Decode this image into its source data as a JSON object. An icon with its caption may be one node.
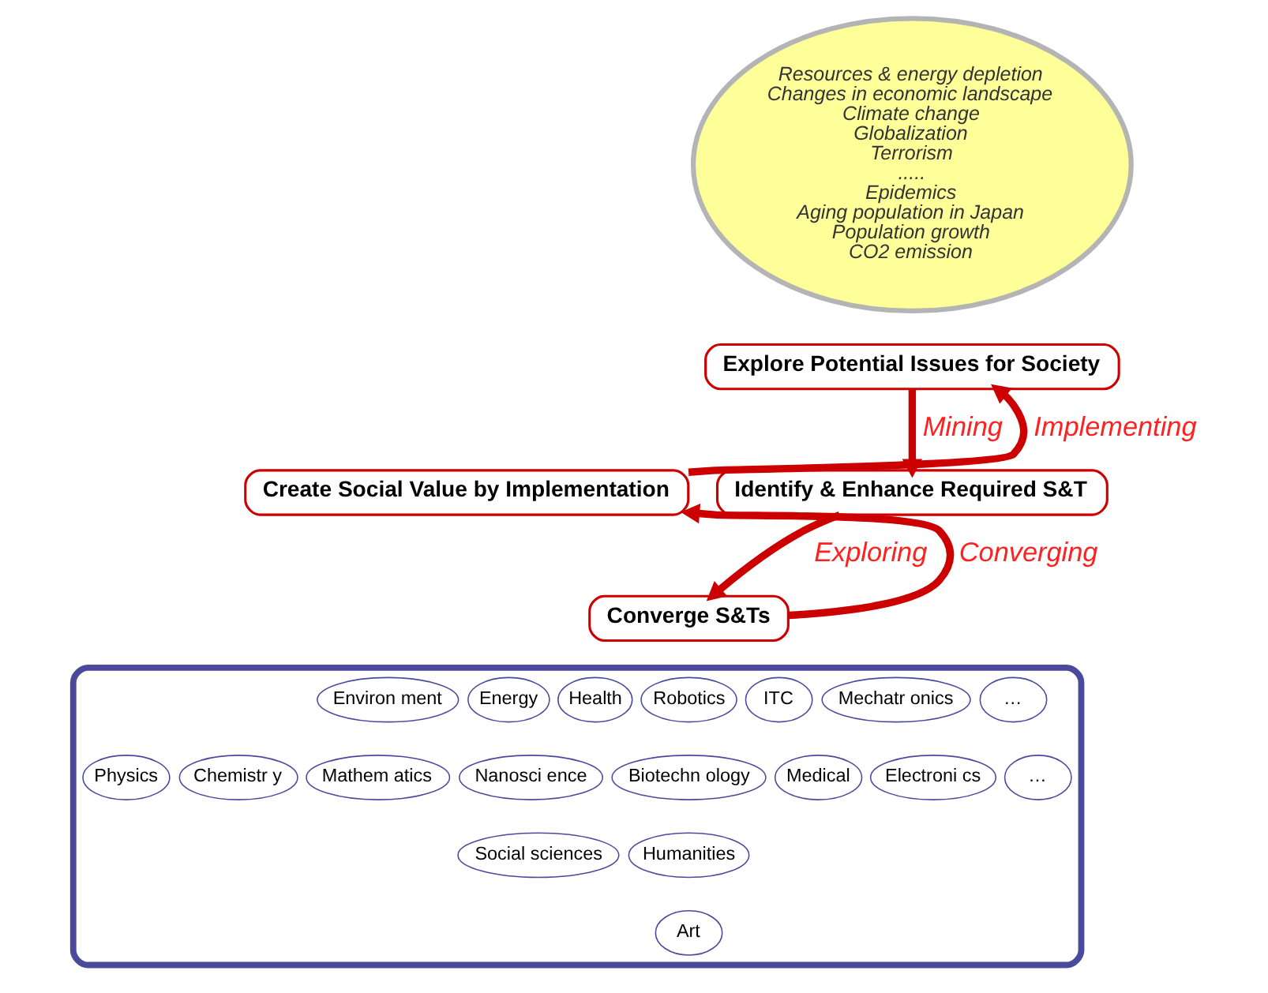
{
  "diagram": {
    "nodes": [
      {
        "text": [
          "Resources & energy depletion",
          "Changes in economic landscape",
          "Climate change",
          "Globalization",
          "Terrorism",
          ".....",
          "Epidemics",
          "Aging population in Japan",
          "Population growth",
          "CO2 emission"
        ]
      },
      {
        "text": [
          "Explore Potential Issues for Society"
        ]
      },
      {
        "text": [
          "Identify & Enhance Required S&T"
        ]
      },
      {
        "text": [
          "Converge S&Ts"
        ]
      },
      {
        "text": [
          "Create Social Value by Implementation"
        ]
      },
      {
        "text": [],
        "shape": "ellipse"
      },
      {
        "text": [
          "Environ ment"
        ],
        "in": 5
      },
      {
        "text": [
          "Energy"
        ],
        "in": 5
      },
      {
        "text": [
          "Health"
        ],
        "in": 5
      },
      {
        "text": [
          "Robotics"
        ],
        "in": 5
      },
      {
        "text": [
          "ITC"
        ],
        "in": 5
      },
      {
        "text": [
          "Mechatr onics"
        ],
        "in": 5
      },
      {
        "text": [
          "…"
        ],
        "in": 5
      },
      {
        "text": [
          "Physics"
        ],
        "in": 5
      },
      {
        "text": [
          "Chemistr y"
        ],
        "in": 5
      },
      {
        "text": [
          "Mathem atics"
        ],
        "in": 5
      },
      {
        "text": [
          "Nanosci ence"
        ],
        "in": 5
      },
      {
        "text": [
          "Biotechn ology"
        ],
        "in": 5
      },
      {
        "text": [
          "Medical"
        ],
        "in": 5
      },
      {
        "text": [
          "Electroni cs"
        ],
        "in": 5
      },
      {
        "text": [
          "…"
        ],
        "in": 5
      },
      {
        "text": [
          "Social sciences"
        ],
        "in": 5
      },
      {
        "text": [
          "Humanities"
        ],
        "in": 5
      },
      {
        "text": [
          "Art"
        ],
        "in": 5
      }
    ],
    "edges": [
      {
        "from": 1,
        "to": 2,
        "arrow": "to",
        "label": "Mining"
      },
      {
        "from": 2,
        "to": 3,
        "arrow": "to",
        "label": "Exploring"
      },
      {
        "from": 3,
        "to": 4,
        "arrow": "to",
        "label": "Converging"
      },
      {
        "from": 4,
        "to": 1,
        "arrow": "to",
        "label": "Implementing"
      }
    ]
  }
}
